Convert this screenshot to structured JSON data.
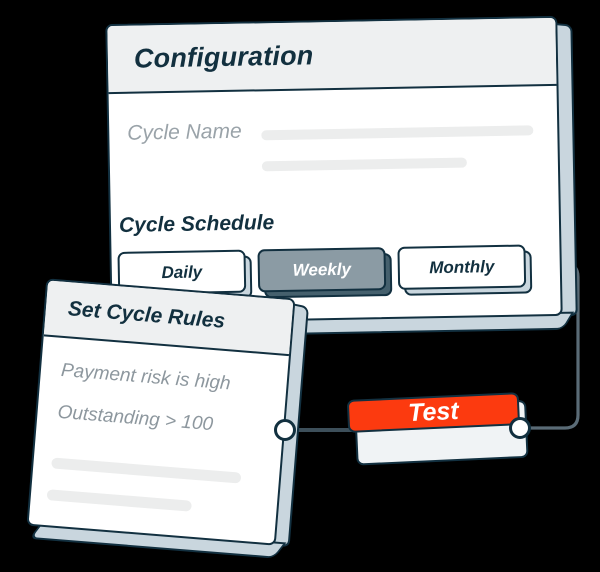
{
  "canvas": {
    "background": "#000000"
  },
  "theme": {
    "ink": "#12303f",
    "card_header_bg": "#eef0f1",
    "card_bg": "#ffffff",
    "extrude": "#c9d6de",
    "muted_text": "#9aa3a9",
    "placeholder_bar": "#eceded",
    "selected_segment_bg": "#8b9ba4",
    "accent_red": "#fc3a0f",
    "wire": "#5a6b76"
  },
  "configuration_card": {
    "title": "Configuration",
    "fields": [
      {
        "label": "Cycle Name",
        "value": "",
        "bar_widths": [
          272,
          205
        ]
      }
    ],
    "section_title": "Cycle Schedule",
    "segmented_control": {
      "name": "cycle-schedule",
      "selected": "Weekly",
      "options": [
        {
          "label": "Daily",
          "selected": false
        },
        {
          "label": "Weekly",
          "selected": true
        },
        {
          "label": "Monthly",
          "selected": false
        }
      ]
    }
  },
  "rules_card": {
    "title": "Set Cycle Rules",
    "rules": [
      {
        "text": "Payment risk is high"
      },
      {
        "text": "Outstanding > 100"
      }
    ],
    "placeholder_bars": [
      190,
      145
    ]
  },
  "test_node": {
    "label": "Test",
    "color": "#fc3a0f"
  },
  "connectors": [
    {
      "name": "rules-to-test",
      "from": "rules-card-output-port",
      "to": "test-node-left"
    },
    {
      "name": "test-to-configuration",
      "from": "test-node-output-port",
      "to": "configuration-card-right"
    }
  ],
  "ports": [
    {
      "name": "rules-card-output-port"
    },
    {
      "name": "test-node-output-port"
    }
  ]
}
